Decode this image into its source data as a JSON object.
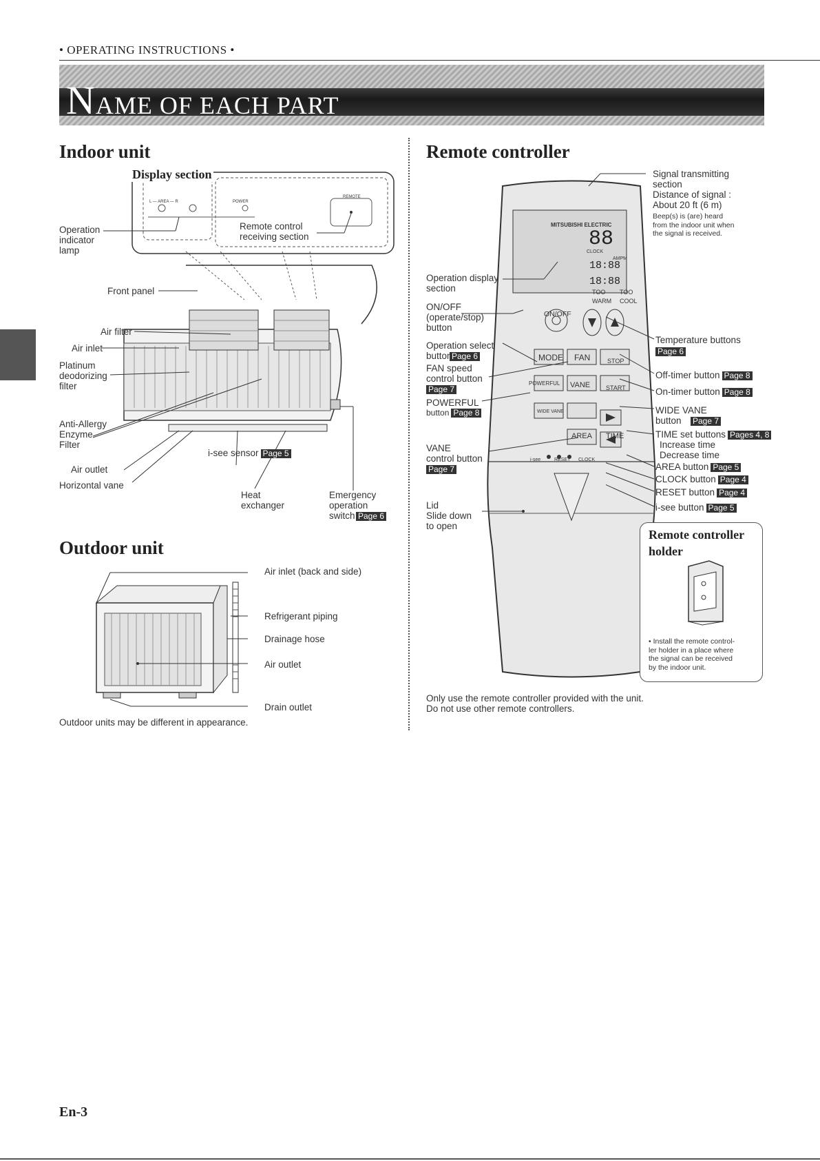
{
  "header": {
    "text": "• OPERATING INSTRUCTIONS •"
  },
  "banner": {
    "initial": "N",
    "rest": "AME OF EACH PART"
  },
  "indoor": {
    "title": "Indoor unit",
    "display_section": "Display section",
    "display_small": {
      "area": "L — AREA — R",
      "power": "POWER",
      "remote": "REMOTE"
    },
    "labels": {
      "operation_indicator": "Operation\nindicator\nlamp",
      "remote_receiving": "Remote control\nreceiving section",
      "front_panel": "Front panel",
      "air_filter": "Air filter",
      "air_inlet": "Air inlet",
      "platinum": "Platinum\ndeodorizing\nfilter",
      "anti_allergy": "Anti-Allergy\nEnzyme\nFilter",
      "isee_sensor": "i-see sensor",
      "air_outlet": "Air outlet",
      "horizontal_vane": "Horizontal vane",
      "heat_exchanger": "Heat\nexchanger",
      "emergency": "Emergency\noperation\nswitch"
    },
    "pages": {
      "isee_sensor": "Page 5",
      "emergency": "Page 6"
    }
  },
  "outdoor": {
    "title": "Outdoor unit",
    "labels": {
      "air_inlet": "Air inlet  (back and side)",
      "refrigerant": "Refrigerant piping",
      "drainage": "Drainage hose",
      "air_outlet": "Air outlet",
      "drain_outlet": "Drain outlet"
    },
    "note": "Outdoor units may be different in appearance."
  },
  "remote": {
    "title": "Remote controller",
    "labels": {
      "signal": "Signal transmitting\nsection\nDistance of signal :\nAbout 20 ft (6 m)",
      "signal_small": "Beep(s) is (are) heard\nfrom the indoor unit when\nthe signal is received.",
      "operation_display": "Operation display\nsection",
      "onoff": "ON/OFF\n(operate/stop)\nbutton",
      "op_select": "Operation select\nbutton",
      "fan_speed": "FAN speed\ncontrol button",
      "powerful_1": "POWERFUL",
      "powerful_2": "button",
      "vane": "VANE\ncontrol button",
      "lid": "Lid\nSlide down\nto open",
      "temperature": "Temperature buttons",
      "off_timer": "Off-timer button",
      "on_timer": "On-timer button",
      "wide_vane": "WIDE VANE\nbutton",
      "time_set": "TIME set buttons",
      "time_set_sub": "Increase time\nDecrease time",
      "area": "AREA button",
      "clock": "CLOCK button",
      "reset": "RESET button",
      "isee": "i-see button"
    },
    "pages": {
      "op_select": "Page 6",
      "fan_speed": "Page 7",
      "powerful": "Page 8",
      "vane": "Page 7",
      "temperature": "Page 6",
      "off_timer": "Page 8",
      "on_timer": "Page 8",
      "wide_vane": "Page 7",
      "time_set": "Pages 4, 8",
      "area": "Page 5",
      "clock": "Page 4",
      "reset": "Page 4",
      "isee": "Page 5"
    },
    "device": {
      "brand": "MITSUBISHI ELECTRIC",
      "btn_onoff": "ON/OFF",
      "too_warm": "TOO\nWARM",
      "too_cool": "TOO\nCOOL",
      "mode": "MODE",
      "fan": "FAN",
      "stop": "STOP",
      "powerful": "POWERFUL",
      "vane": "VANE",
      "start": "START",
      "wide_vane": "WIDE VANE",
      "area": "AREA",
      "time": "TIME",
      "isee": "i-see",
      "reset": "RESET",
      "clock": "CLOCK",
      "lcd_big": "88",
      "lcd_time1": "18:88",
      "lcd_time2": "18:88",
      "lcd_clock": "CLOCK",
      "lcd_ampm": "AMPM"
    },
    "holder": {
      "title": "Remote controller\nholder",
      "note": "• Install the remote control-\n  ler holder in a place where\n  the signal can be received\n  by the indoor unit."
    },
    "note": "Only use the remote controller provided with the unit.\nDo not use other remote controllers."
  },
  "footer": {
    "page_number": "En-3"
  }
}
